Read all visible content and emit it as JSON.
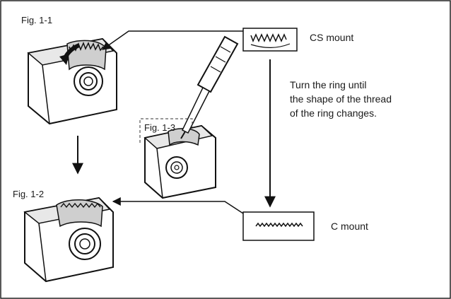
{
  "figures": {
    "fig1": "Fig. 1-1",
    "fig2": "Fig. 1-2",
    "fig3": "Fig. 1-3"
  },
  "mounts": {
    "cs": "CS mount",
    "c": "C mount"
  },
  "instruction": {
    "line1": "Turn the ring until",
    "line2": "the shape of the thread",
    "line3": "of the ring changes."
  }
}
